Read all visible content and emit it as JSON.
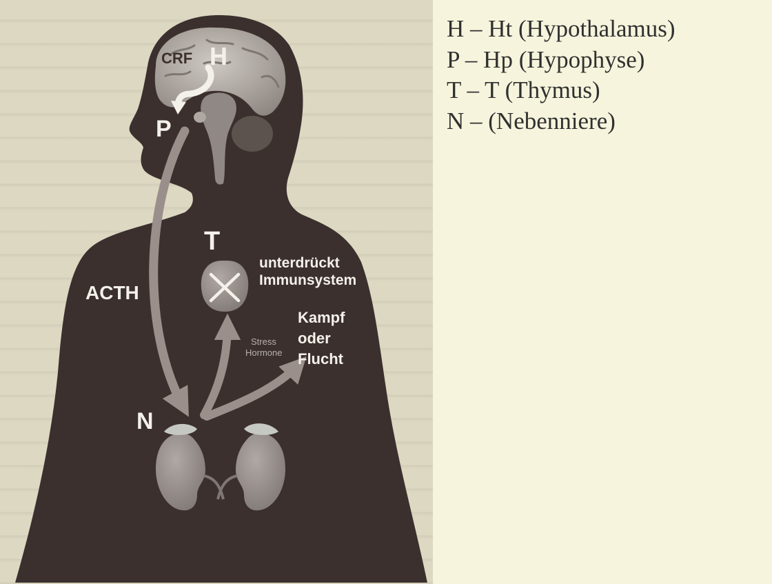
{
  "diagram": {
    "labels": {
      "crf": "CRF",
      "h": "H",
      "p": "P",
      "t": "T",
      "n": "N",
      "acth": "ACTH",
      "suppress_line1": "unterdrückt",
      "suppress_line2": "Immunsystem",
      "fight_line1": "Kampf",
      "fight_line2": "oder",
      "fight_line3": "Flucht",
      "stress_line1": "Stress",
      "stress_line2": "Hormone"
    },
    "colors": {
      "background": "#f6f4dc",
      "silhouette": "#3b302e",
      "arrow": "#9a8f8a",
      "brain": "#b9b3ae",
      "organ": "#9e9692",
      "kidney_cap": "#c6c9c3",
      "label_white": "#f4f1ea"
    }
  },
  "legend": {
    "items": [
      "H – Ht (Hypothalamus)",
      "P – Hp (Hypophyse)",
      "T – T (Thymus)",
      "N – (Nebenniere)"
    ]
  }
}
